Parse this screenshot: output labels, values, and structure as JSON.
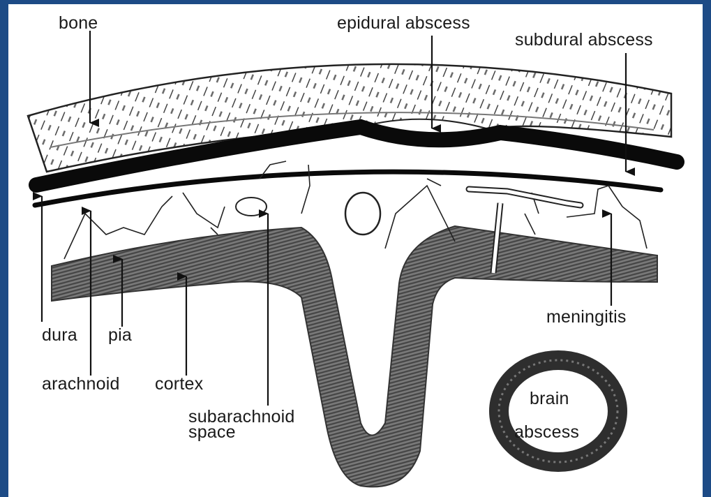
{
  "labels": {
    "bone": "bone",
    "epidural_abscess": "epidural abscess",
    "subdural_abscess": "subdural abscess",
    "dura": "dura",
    "pia": "pia",
    "arachnoid": "arachnoid",
    "cortex": "cortex",
    "subarachnoid_line1": "subarachnoid",
    "subarachnoid_line2": "space",
    "meningitis": "meningitis",
    "brain": "brain",
    "abscess": "abscess"
  },
  "colors": {
    "frame": "#1d4b86",
    "canvas": "#ffffff",
    "ink": "#111111",
    "cortex_shade": "#555555"
  }
}
